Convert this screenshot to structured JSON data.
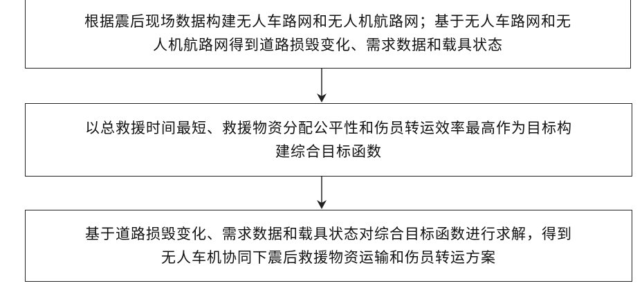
{
  "flowchart": {
    "steps": [
      {
        "text": "根据震后现场数据构建无人车路网和无人机航路网；基于无人车路网和无\n人机航路网得到道路损毁变化、需求数据和载具状态"
      },
      {
        "text": "以总救援时间最短、救援物资分配公平性和伤员转运效率最高作为目标构\n建综合目标函数"
      },
      {
        "text": "基于道路损毁变化、需求数据和载具状态对综合目标函数进行求解，得到\n无人车机协同下震后救援物资运输和伤员转运方案"
      }
    ]
  }
}
